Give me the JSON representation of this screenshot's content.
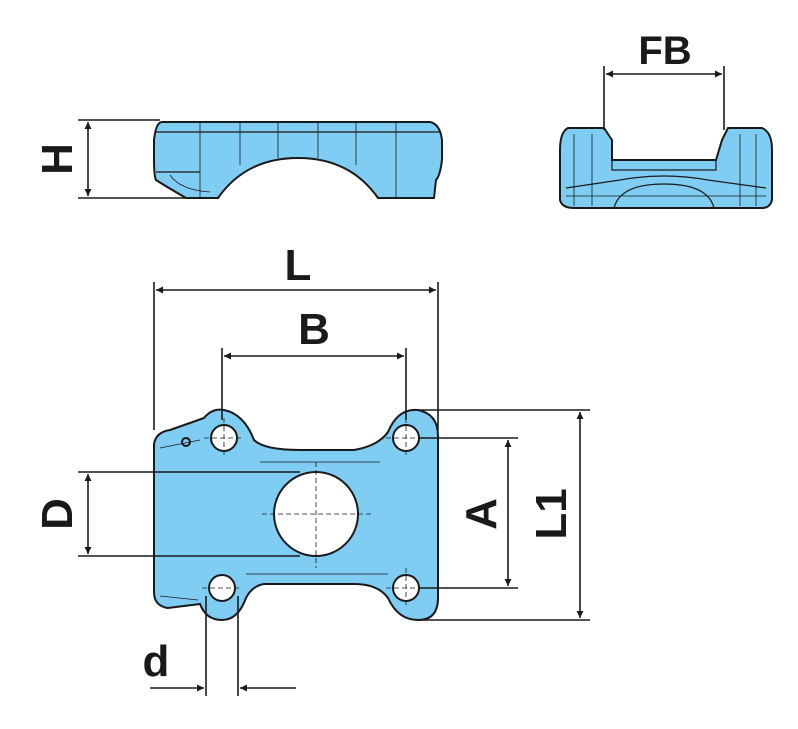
{
  "dimensions": {
    "H": "H",
    "FB": "FB",
    "L": "L",
    "B": "B",
    "D": "D",
    "A": "A",
    "L1": "L1",
    "d": "d"
  },
  "colors": {
    "part_fill": "#7fcdf2",
    "line": "#1a1a1a",
    "background": "#ffffff"
  }
}
